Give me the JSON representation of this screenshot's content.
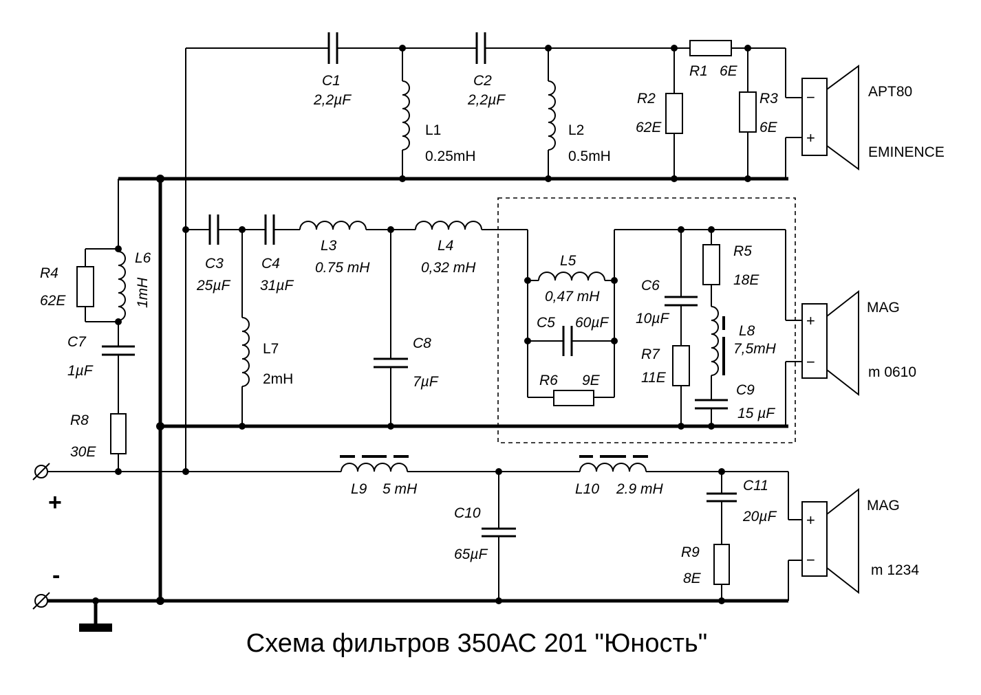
{
  "title": "Схема фильтров 350АС 201 \"Юность\"",
  "terminals": {
    "plus": "+",
    "minus": "-"
  },
  "speakers": {
    "tweeter": {
      "name": "APT80",
      "brand": "EMINENCE",
      "minus": "−",
      "plus": "+"
    },
    "mid": {
      "name": "MAG",
      "model": "m 0610",
      "plus": "+",
      "minus": "−"
    },
    "woofer": {
      "name": "MAG",
      "model": "m 1234",
      "plus": "+",
      "minus": "−"
    }
  },
  "components": {
    "C1": {
      "ref": "C1",
      "value": "2,2µF"
    },
    "C2": {
      "ref": "C2",
      "value": "2,2µF"
    },
    "L1": {
      "ref": "L1",
      "value": "0.25mH"
    },
    "L2": {
      "ref": "L2",
      "value": "0.5mH"
    },
    "R1": {
      "ref": "R1",
      "value": "6E"
    },
    "R2": {
      "ref": "R2",
      "value": "62E"
    },
    "R3": {
      "ref": "R3",
      "value": "6E"
    },
    "R4": {
      "ref": "R4",
      "value": "62E"
    },
    "L6": {
      "ref": "L6",
      "value": "1mH"
    },
    "C7": {
      "ref": "C7",
      "value": "1µF"
    },
    "R8": {
      "ref": "R8",
      "value": "30E"
    },
    "C3": {
      "ref": "C3",
      "value": "25µF"
    },
    "C4": {
      "ref": "C4",
      "value": "31µF"
    },
    "L3": {
      "ref": "L3",
      "value": "0.75 mH"
    },
    "L4": {
      "ref": "L4",
      "value": "0,32 mH"
    },
    "L7": {
      "ref": "L7",
      "value": "2mH"
    },
    "C8": {
      "ref": "C8",
      "value": "7µF"
    },
    "L5": {
      "ref": "L5",
      "value": "0,47 mH"
    },
    "C5": {
      "ref": "C5",
      "value": "60µF"
    },
    "R6": {
      "ref": "R6",
      "value": "9E"
    },
    "C6": {
      "ref": "C6",
      "value": "10µF"
    },
    "R7": {
      "ref": "R7",
      "value": "11E"
    },
    "R5": {
      "ref": "R5",
      "value": "18E"
    },
    "L8": {
      "ref": "L8",
      "value": "7,5mH"
    },
    "C9": {
      "ref": "C9",
      "value": "15 µF"
    },
    "L9": {
      "ref": "L9",
      "value": "5 mH"
    },
    "L10": {
      "ref": "L10",
      "value": "2.9 mH"
    },
    "C10": {
      "ref": "C10",
      "value": "65µF"
    },
    "C11": {
      "ref": "C11",
      "value": "20µF"
    },
    "R9": {
      "ref": "R9",
      "value": "8E"
    }
  }
}
